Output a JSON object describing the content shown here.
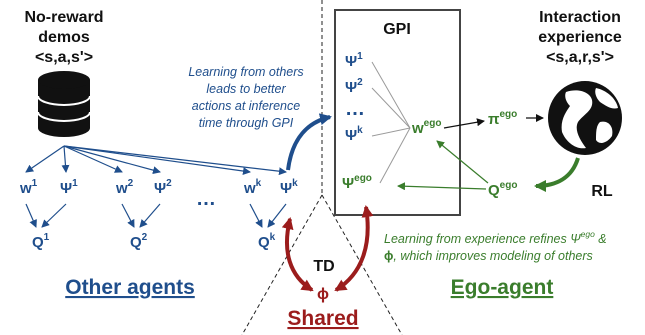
{
  "colors": {
    "blue": "#1f4e8c",
    "green": "#3a7d2c",
    "red": "#9b1c1c",
    "gray": "#8c8c8c",
    "black": "#111111"
  },
  "left": {
    "heading_line1": "No-reward",
    "heading_line2": "demos",
    "heading_line3": "<s,a,s'>",
    "note_line1": "Learning from others",
    "note_line2": "leads to better",
    "note_line3": "actions at inference",
    "note_line4": "time through GPI",
    "w1": "w",
    "w1_sup": "1",
    "psi1": "Ψ",
    "psi1_sup": "1",
    "w2": "w",
    "w2_sup": "2",
    "psi2": "Ψ",
    "psi2_sup": "2",
    "dots": "…",
    "wk": "w",
    "wk_sup": "k",
    "psik": "Ψ",
    "psik_sup": "k",
    "q1": "Q",
    "q1_sup": "1",
    "q2": "Q",
    "q2_sup": "2",
    "qk": "Q",
    "qk_sup": "k",
    "section_label": "Other agents"
  },
  "gpi": {
    "title": "GPI",
    "psi1": "Ψ",
    "psi1_sup": "1",
    "psi2": "Ψ",
    "psi2_sup": "2",
    "dots": "…",
    "psik": "Ψ",
    "psik_sup": "k",
    "psi_ego": "Ψ",
    "psi_ego_sup": "ego",
    "w_ego": "w",
    "w_ego_sup": "ego"
  },
  "right": {
    "heading_line1": "Interaction",
    "heading_line2": "experience",
    "heading_line3": "<s,a,r,s'>",
    "pi": "π",
    "pi_sup": "ego",
    "q": "Q",
    "q_sup": "ego",
    "rl": "RL",
    "note_line1": "Learning from experience refines Ψ",
    "note_line1_sup": "ego",
    "note_line1_end": " &",
    "note_line2_phi": "ϕ",
    "note_line2": ", which improves modeling of others",
    "section_label": "Ego-agent"
  },
  "shared": {
    "td": "TD",
    "phi": "ϕ",
    "section_label": "Shared"
  },
  "icons": {
    "database": "database-icon",
    "globe": "globe-icon"
  }
}
